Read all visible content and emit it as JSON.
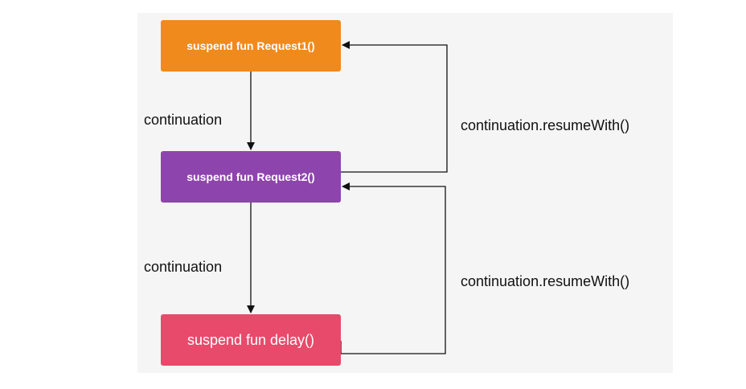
{
  "nodes": {
    "request1": "suspend fun Request1()",
    "request2": "suspend fun Request2()",
    "delay": "suspend fun delay()"
  },
  "edges": {
    "down1": "continuation",
    "down2": "continuation",
    "up1": "continuation.resumeWith()",
    "up2": "continuation.resumeWith()"
  },
  "colors": {
    "request1": "#f08a1c",
    "request2": "#8e44ad",
    "delay": "#e84a6b"
  }
}
